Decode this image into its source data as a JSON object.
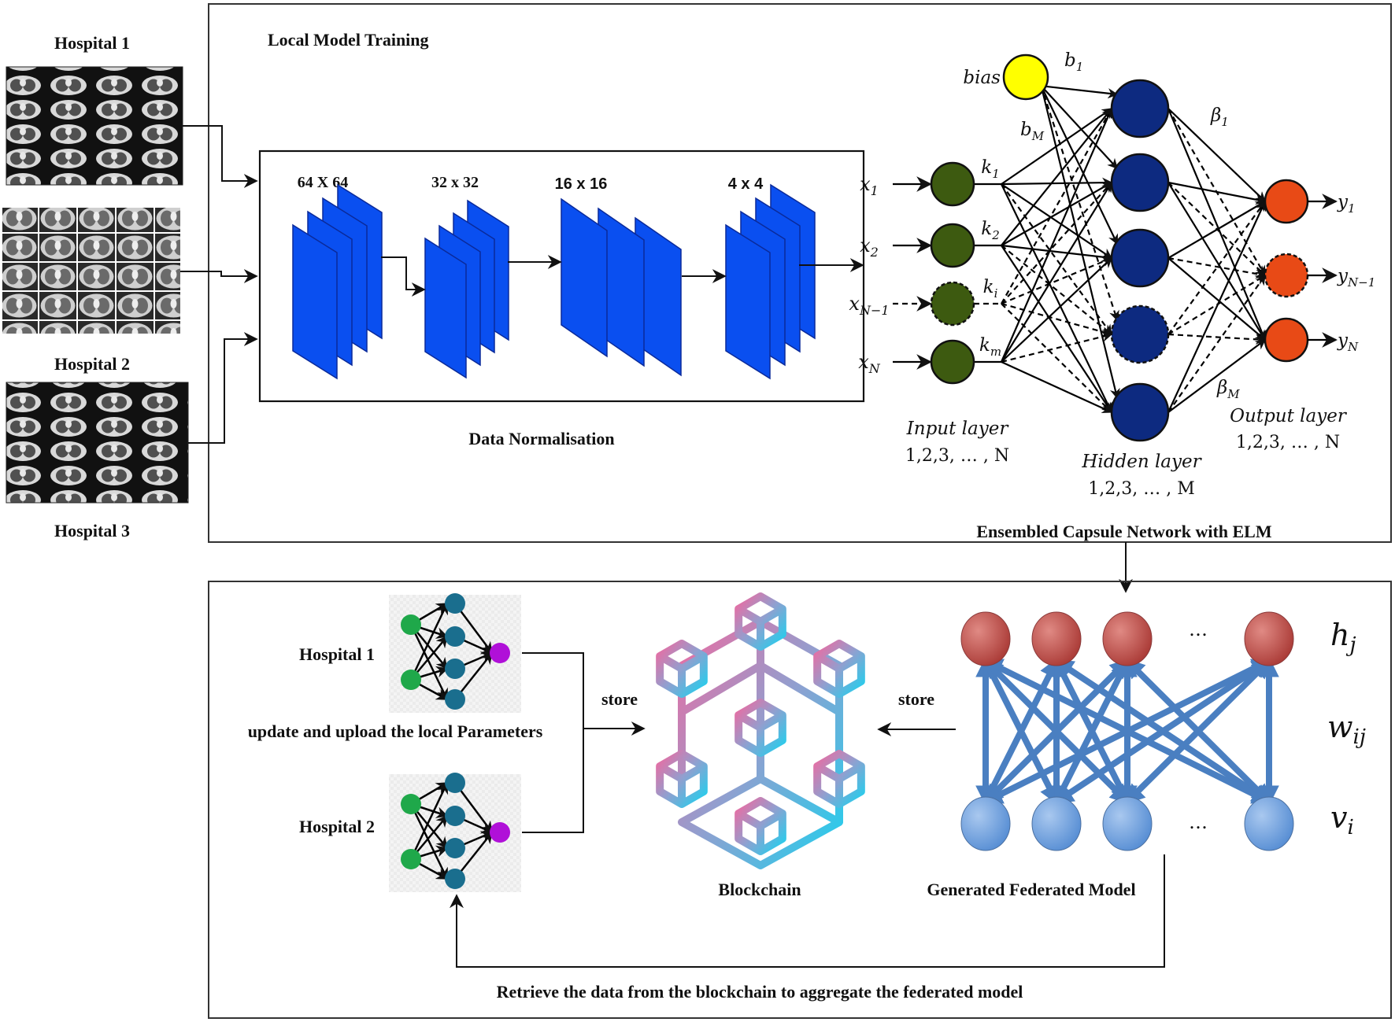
{
  "top_panel": {
    "title": "Local Model Training",
    "hospitals": [
      {
        "label": "Hospital 1",
        "image": "ct-scan-grid"
      },
      {
        "label": "Hospital 2",
        "image": "ct-scan-grid"
      },
      {
        "label": "Hospital 3",
        "image": "ct-scan-grid"
      }
    ],
    "normalisation": {
      "caption": "Data Normalisation",
      "stages": [
        "64 X 64",
        "32 x 32",
        "16 x 16",
        "4 x 4"
      ]
    },
    "elm": {
      "caption": "Ensembled Capsule Network with ELM",
      "bias_label": "bias",
      "bias_weights": {
        "first": "b",
        "first_sub": "1",
        "last": "b",
        "last_sub": "M"
      },
      "inputs": [
        {
          "x": "x",
          "sub": "1",
          "k": "k",
          "ksub": "1",
          "dashed": false
        },
        {
          "x": "x",
          "sub": "2",
          "k": "k",
          "ksub": "2",
          "dashed": false
        },
        {
          "x": "x",
          "sub": "N−1",
          "k": "k",
          "ksub": "i",
          "dashed": true
        },
        {
          "x": "x",
          "sub": "N",
          "k": "k",
          "ksub": "m",
          "dashed": false
        }
      ],
      "hidden_count": 5,
      "hidden_dashed_index": 3,
      "outputs": [
        {
          "y": "y",
          "sub": "1",
          "dashed": false
        },
        {
          "y": "y",
          "sub": "N−1",
          "dashed": true
        },
        {
          "y": "y",
          "sub": "N",
          "dashed": false
        }
      ],
      "output_weights": {
        "first": "β",
        "first_sub": "1",
        "last": "β",
        "last_sub": "M"
      },
      "input_layer": {
        "title": "Input layer",
        "range": "1,2,3, … , N"
      },
      "hidden_layer": {
        "title": "Hidden layer",
        "range": "1,2,3, … , M"
      },
      "output_layer": {
        "title": "Output layer",
        "range": "1,2,3, … , N"
      },
      "colors": {
        "bias": "#ffff00",
        "input": "#3d5a10",
        "hidden": "#0d2a80",
        "output": "#e84a16"
      }
    }
  },
  "bottom_panel": {
    "local_models": [
      {
        "label": "Hospital 1"
      },
      {
        "label": "Hospital 2"
      }
    ],
    "upload_caption": "update and upload the local Parameters",
    "store_left": "store",
    "store_right": "store",
    "blockchain_caption": "Blockchain",
    "federated_caption": "Generated Federated Model",
    "federated_labels": {
      "h": "h",
      "h_sub": "j",
      "w": "w",
      "w_sub": "ij",
      "v": "v",
      "v_sub": "i"
    },
    "ellipsis": "…",
    "retrieve_caption": "Retrieve the data from the blockchain to aggregate the federated model",
    "colors": {
      "hidden_unit": "#b8403c",
      "visible_unit": "#6a9fe0",
      "edge": "#4a7fc1",
      "chain_start": "#ee6aa0",
      "chain_end": "#1fd0ee"
    }
  }
}
